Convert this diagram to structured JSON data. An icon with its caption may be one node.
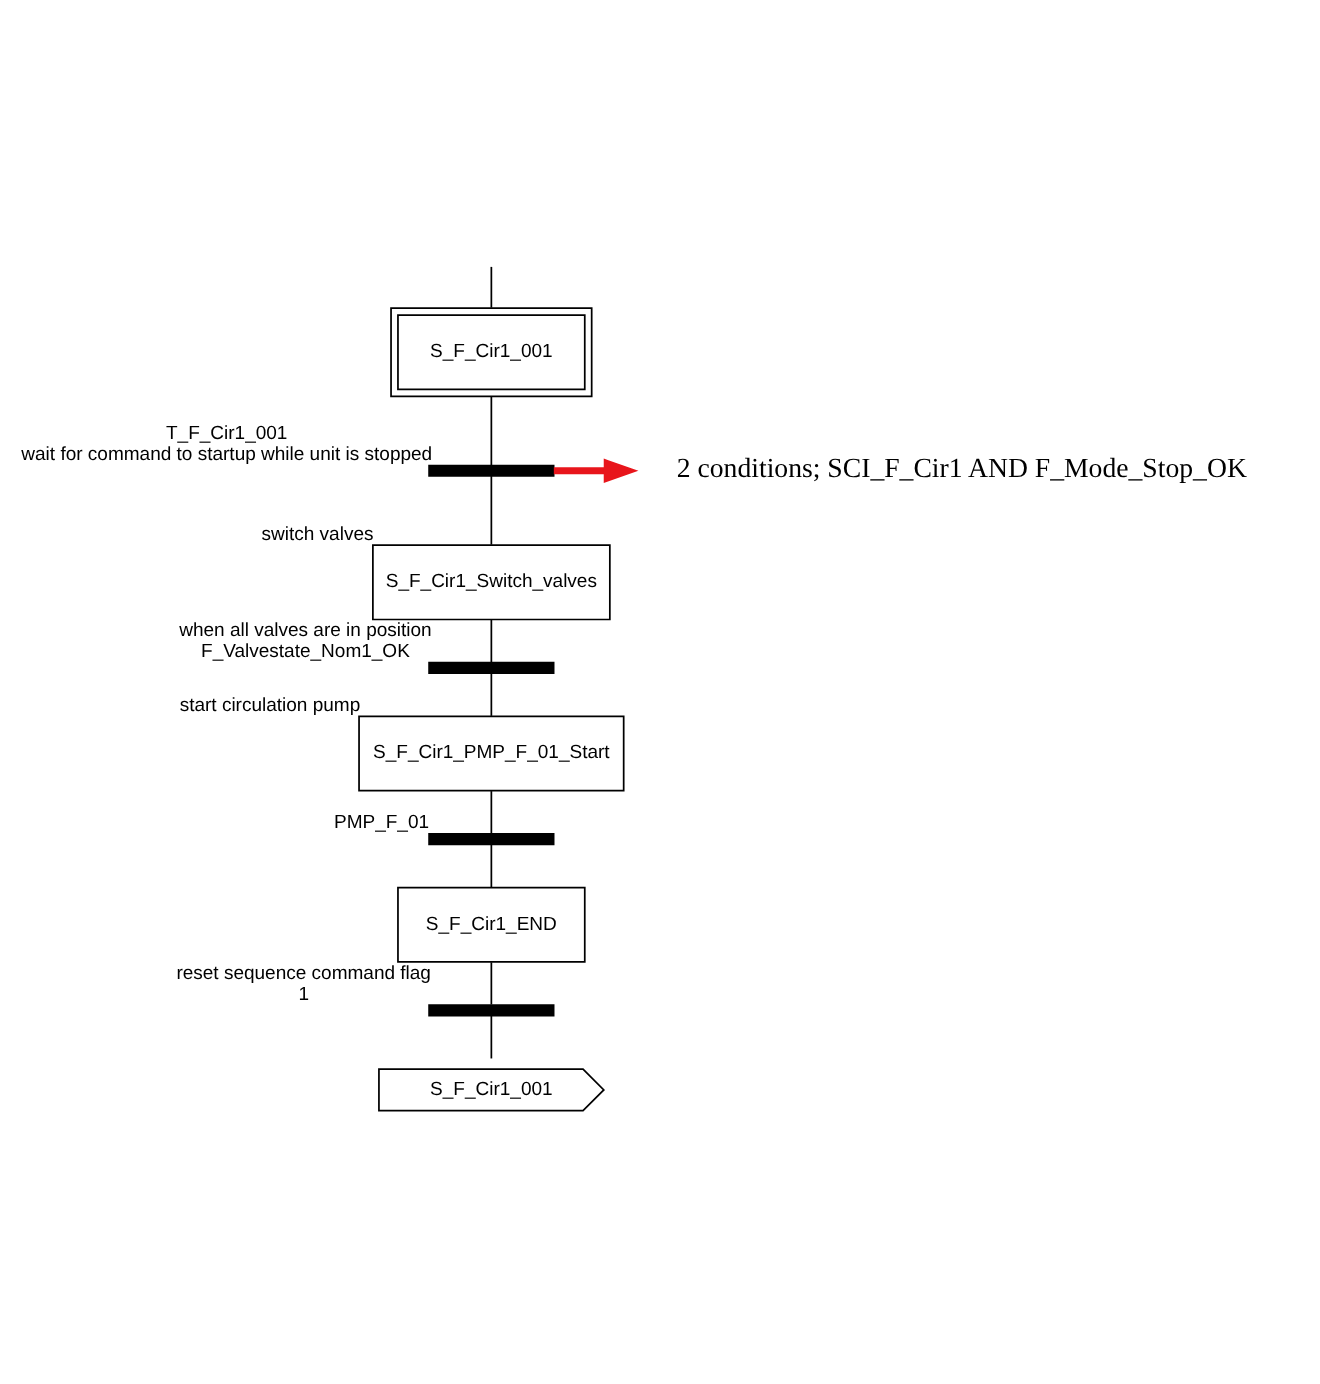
{
  "diagram": {
    "nodes": [
      {
        "text": [
          "S_F_Cir1_001"
        ]
      },
      {
        "text": [],
        "shape": "bar",
        "beside": [
          "T_F_Cir1_001",
          "wait for command to startup while unit is stopped"
        ]
      },
      {
        "text": [
          "2 conditions; SCI_F_Cir1 AND F_Mode_Stop_OK"
        ]
      },
      {
        "text": [
          "S_F_Cir1_Switch_valves"
        ],
        "beside": [
          "switch valves"
        ]
      },
      {
        "text": [],
        "shape": "bar",
        "beside": [
          "when all valves are in position",
          "F_Valvestate_Nom1_OK"
        ]
      },
      {
        "text": [
          "S_F_Cir1_PMP_F_01_Start"
        ],
        "beside": [
          "start circulation pump"
        ]
      },
      {
        "text": [],
        "shape": "bar",
        "beside": [
          "PMP_F_01"
        ]
      },
      {
        "text": [
          "S_F_Cir1_END"
        ]
      },
      {
        "text": [],
        "shape": "bar",
        "beside": [
          "reset sequence command flag",
          "1"
        ]
      },
      {
        "text": [
          "S_F_Cir1_001"
        ]
      }
    ],
    "edges": [
      {
        "from": null,
        "to": 0,
        "arrow": "none"
      },
      {
        "from": 0,
        "to": 1,
        "arrow": "none"
      },
      {
        "from": 1,
        "to": 2,
        "arrow": "to",
        "style": "thick",
        "color": "#e8151b"
      },
      {
        "from": 1,
        "to": 3,
        "arrow": "none"
      },
      {
        "from": 3,
        "to": 4,
        "arrow": "none"
      },
      {
        "from": 4,
        "to": 5,
        "arrow": "none"
      },
      {
        "from": 5,
        "to": 6,
        "arrow": "none"
      },
      {
        "from": 6,
        "to": 7,
        "arrow": "none"
      },
      {
        "from": 7,
        "to": 8,
        "arrow": "none"
      },
      {
        "from": 8,
        "to": 9,
        "arrow": "none"
      }
    ]
  }
}
